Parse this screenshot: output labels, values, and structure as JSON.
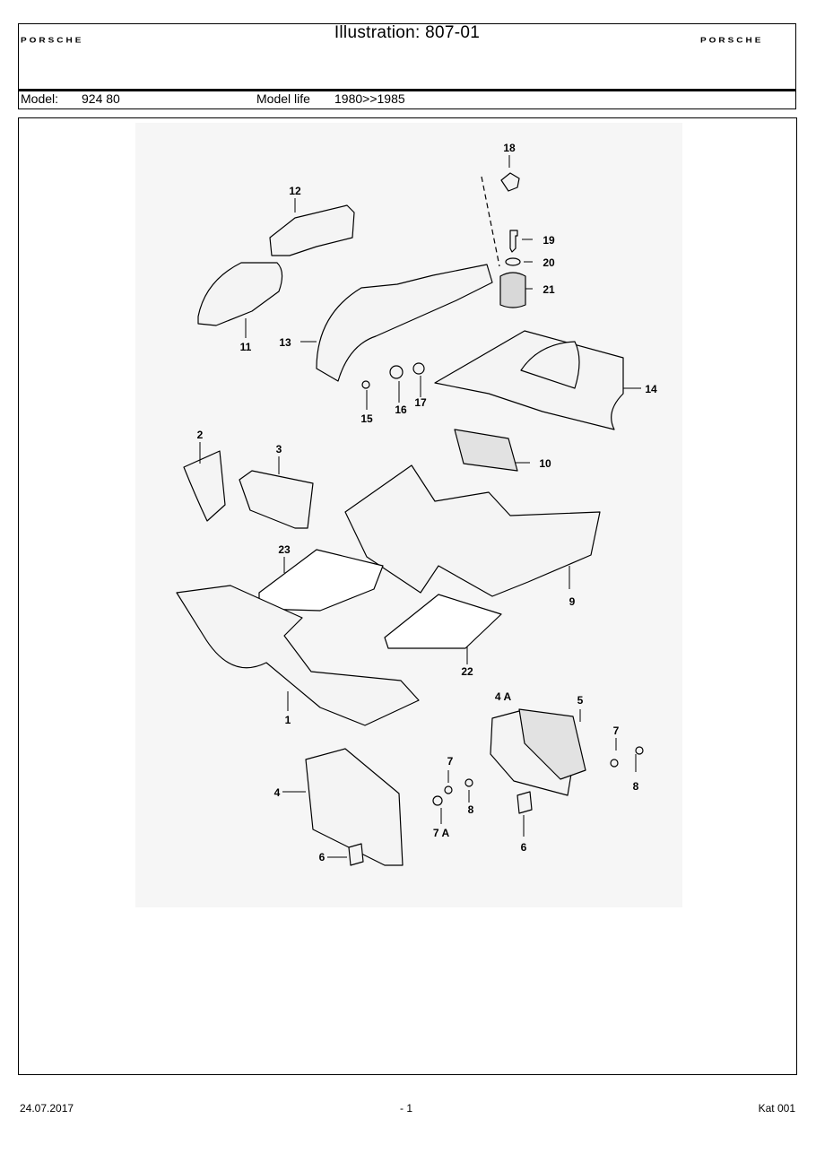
{
  "header": {
    "brand_left": "PORSCHE",
    "brand_right": "PORSCHE",
    "title": "Illustration: 807-01",
    "model_label": "Model:",
    "model_value": "924 80",
    "model_life_label": "Model life",
    "model_life_value": "1980>>1985"
  },
  "callouts": {
    "c18": "18",
    "c12": "12",
    "c19": "19",
    "c20": "20",
    "c21": "21",
    "c11": "11",
    "c13": "13",
    "c14": "14",
    "c15": "15",
    "c16": "16",
    "c17": "17",
    "c2": "2",
    "c3": "3",
    "c10": "10",
    "c23": "23",
    "c9": "9",
    "c22": "22",
    "c1": "1",
    "c4a": "4 A",
    "c5": "5",
    "c7a": "7",
    "c8a": "8",
    "c4": "4",
    "c7b": "7",
    "c8b": "8",
    "c7A": "7 A",
    "c6a": "6",
    "c6b": "6"
  },
  "footer": {
    "date": "24.07.2017",
    "page": "- 1",
    "catalog": "Kat 001"
  }
}
